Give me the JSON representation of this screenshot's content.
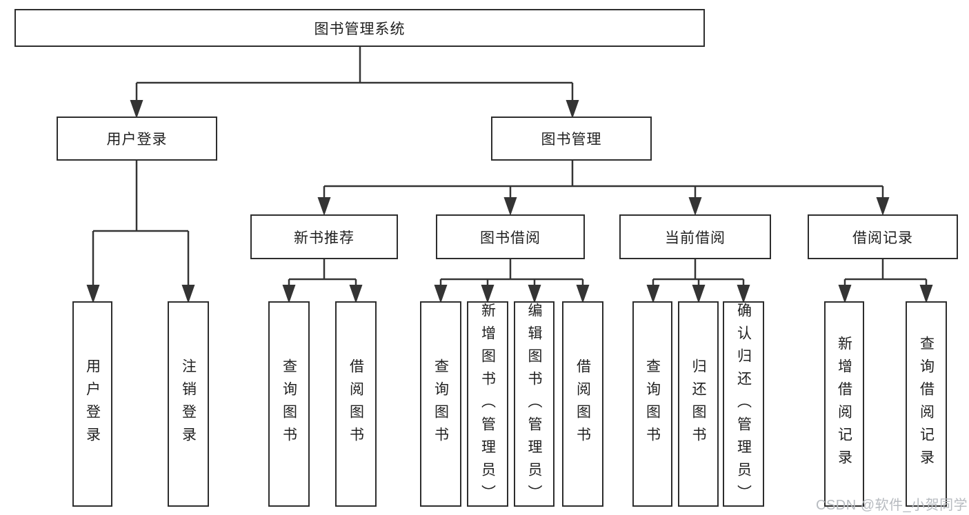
{
  "nodes": {
    "root": "图书管理系统",
    "user_login": "用户登录",
    "book_mgmt": "图书管理",
    "new_book_rec": "新书推荐",
    "book_borrow": "图书借阅",
    "current_borrow": "当前借阅",
    "borrow_records": "借阅记录",
    "leaf_user_login": "用户登录",
    "leaf_logout": "注销登录",
    "leaf_query_book_rec": "查询图书",
    "leaf_borrow_book_rec": "借阅图书",
    "leaf_query_book_borrow": "查询图书",
    "leaf_add_book": "新增图书（管理员）",
    "leaf_edit_book": "编辑图书（管理员）",
    "leaf_borrow_book_borrow": "借阅图书",
    "leaf_query_book_current": "查询图书",
    "leaf_return_book": "归还图书",
    "leaf_confirm_return": "确认归还（管理员）",
    "leaf_add_borrow_record": "新增借阅记录",
    "leaf_query_borrow_record": "查询借阅记录"
  },
  "watermark": "CSDN @软件_小贺同学",
  "colors": {
    "line": "#343434",
    "border": "#2d2d2d",
    "text": "#1f1f1f",
    "watermark": "#b7bbc0",
    "background": "#ffffff"
  }
}
